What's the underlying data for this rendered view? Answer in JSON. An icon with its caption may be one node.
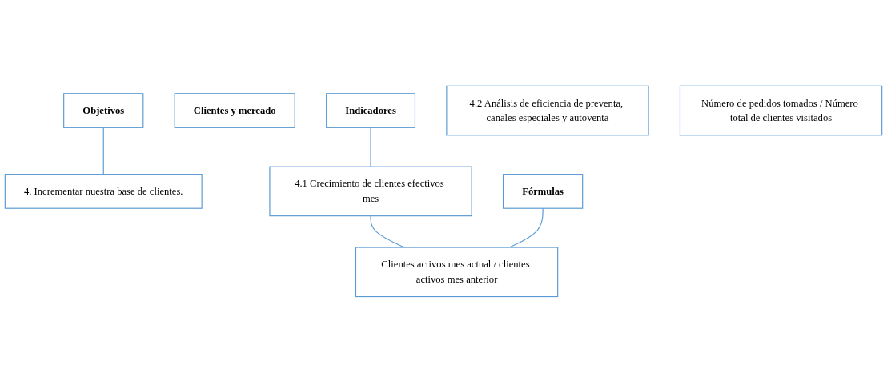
{
  "diagram": {
    "nodes": [
      {
        "text": [
          "Objetivos"
        ]
      },
      {
        "text": [
          "Clientes y mercado"
        ]
      },
      {
        "text": [
          "4. Incrementar nuestra base de clientes."
        ]
      },
      {
        "text": [
          "Indicadores"
        ]
      },
      {
        "text": [
          "Fórmulas"
        ]
      },
      {
        "text": [
          "4.1 Crecimiento de clientes efectivos mes"
        ]
      },
      {
        "text": [
          "Clientes activos mes actual / clientes activos mes anterior"
        ]
      },
      {
        "text": [
          "4.2 Análisis de eficiencia de preventa, canales especiales y autoventa"
        ]
      },
      {
        "text": [
          "Número de pedidos tomados / Número total de clientes visitados"
        ]
      }
    ],
    "edges": [
      {
        "from": 0,
        "to": 2,
        "arrow": "none"
      },
      {
        "from": 3,
        "to": 5,
        "arrow": "none"
      },
      {
        "from": 5,
        "to": 6,
        "arrow": "none"
      },
      {
        "from": 4,
        "to": 6,
        "arrow": "none"
      }
    ]
  }
}
